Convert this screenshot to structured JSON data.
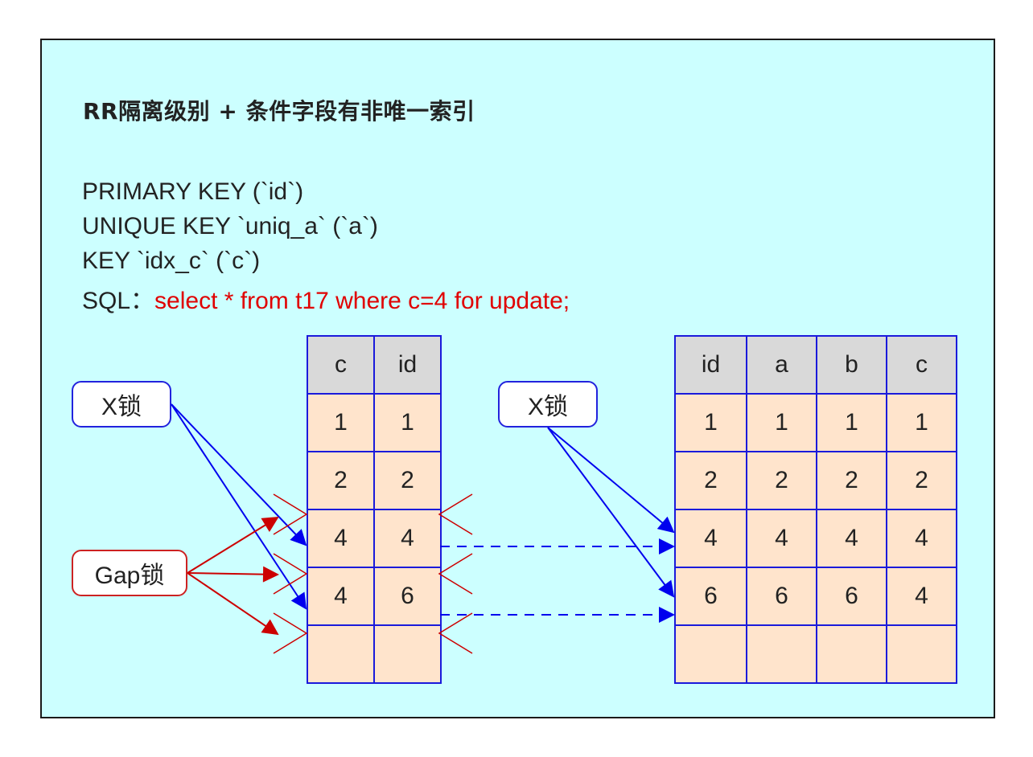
{
  "title": "RR隔离级别 + 条件字段有非唯一索引",
  "code": {
    "line1": "PRIMARY KEY (`id`)",
    "line2": "UNIQUE KEY `uniq_a` (`a`)",
    "line3": "KEY `idx_c` (`c`)",
    "sql_label": "SQL：",
    "sql_text": "select * from t17 where c=4 for update;"
  },
  "index_table": {
    "columns": [
      "c",
      "id"
    ],
    "rows": [
      [
        "1",
        "1"
      ],
      [
        "2",
        "2"
      ],
      [
        "4",
        "4"
      ],
      [
        "4",
        "6"
      ],
      [
        "",
        ""
      ]
    ]
  },
  "primary_table": {
    "columns": [
      "id",
      "a",
      "b",
      "c"
    ],
    "rows": [
      [
        "1",
        "1",
        "1",
        "1"
      ],
      [
        "2",
        "2",
        "2",
        "2"
      ],
      [
        "4",
        "4",
        "4",
        "4"
      ],
      [
        "6",
        "6",
        "6",
        "4"
      ],
      [
        "",
        "",
        "",
        ""
      ]
    ]
  },
  "labels": {
    "x_lock_left": "X锁",
    "gap_lock": "Gap锁",
    "x_lock_right": "X锁"
  },
  "colors": {
    "x_lock_arrow": "#0000ee",
    "gap_arrow": "#cc0000",
    "dashed_link": "#0000ee"
  }
}
